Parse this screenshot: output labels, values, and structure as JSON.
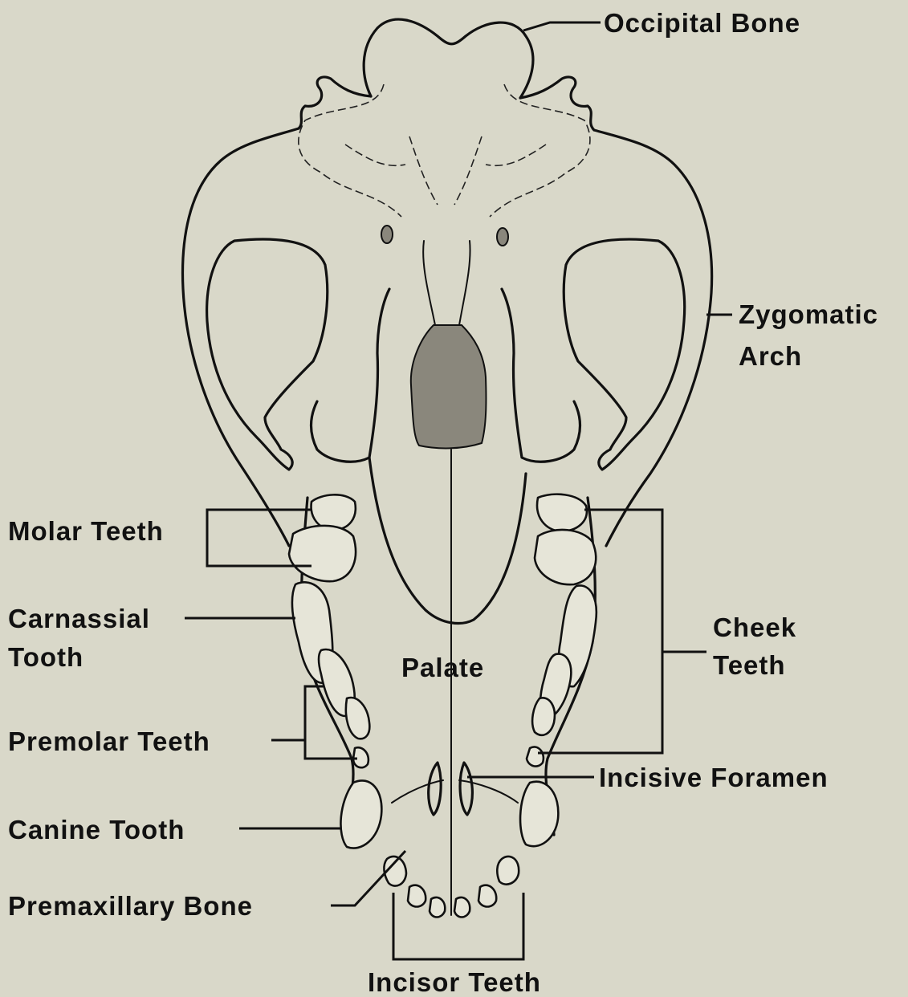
{
  "labels": {
    "occipital_bone": "Occipital Bone",
    "zygomatic_arch_line1": "Zygomatic",
    "zygomatic_arch_line2": "Arch",
    "molar_teeth": "Molar Teeth",
    "carnassial_tooth_line1": "Carnassial",
    "carnassial_tooth_line2": "Tooth",
    "cheek_teeth_line1": "Cheek",
    "cheek_teeth_line2": "Teeth",
    "palate": "Palate",
    "premolar_teeth": "Premolar Teeth",
    "incisive_foramen": "Incisive Foramen",
    "canine_tooth": "Canine Tooth",
    "premaxillary_bone": "Premaxillary Bone",
    "incisor_teeth": "Incisor Teeth"
  },
  "colors": {
    "background": "#d9d8c9",
    "ink": "#111111"
  }
}
